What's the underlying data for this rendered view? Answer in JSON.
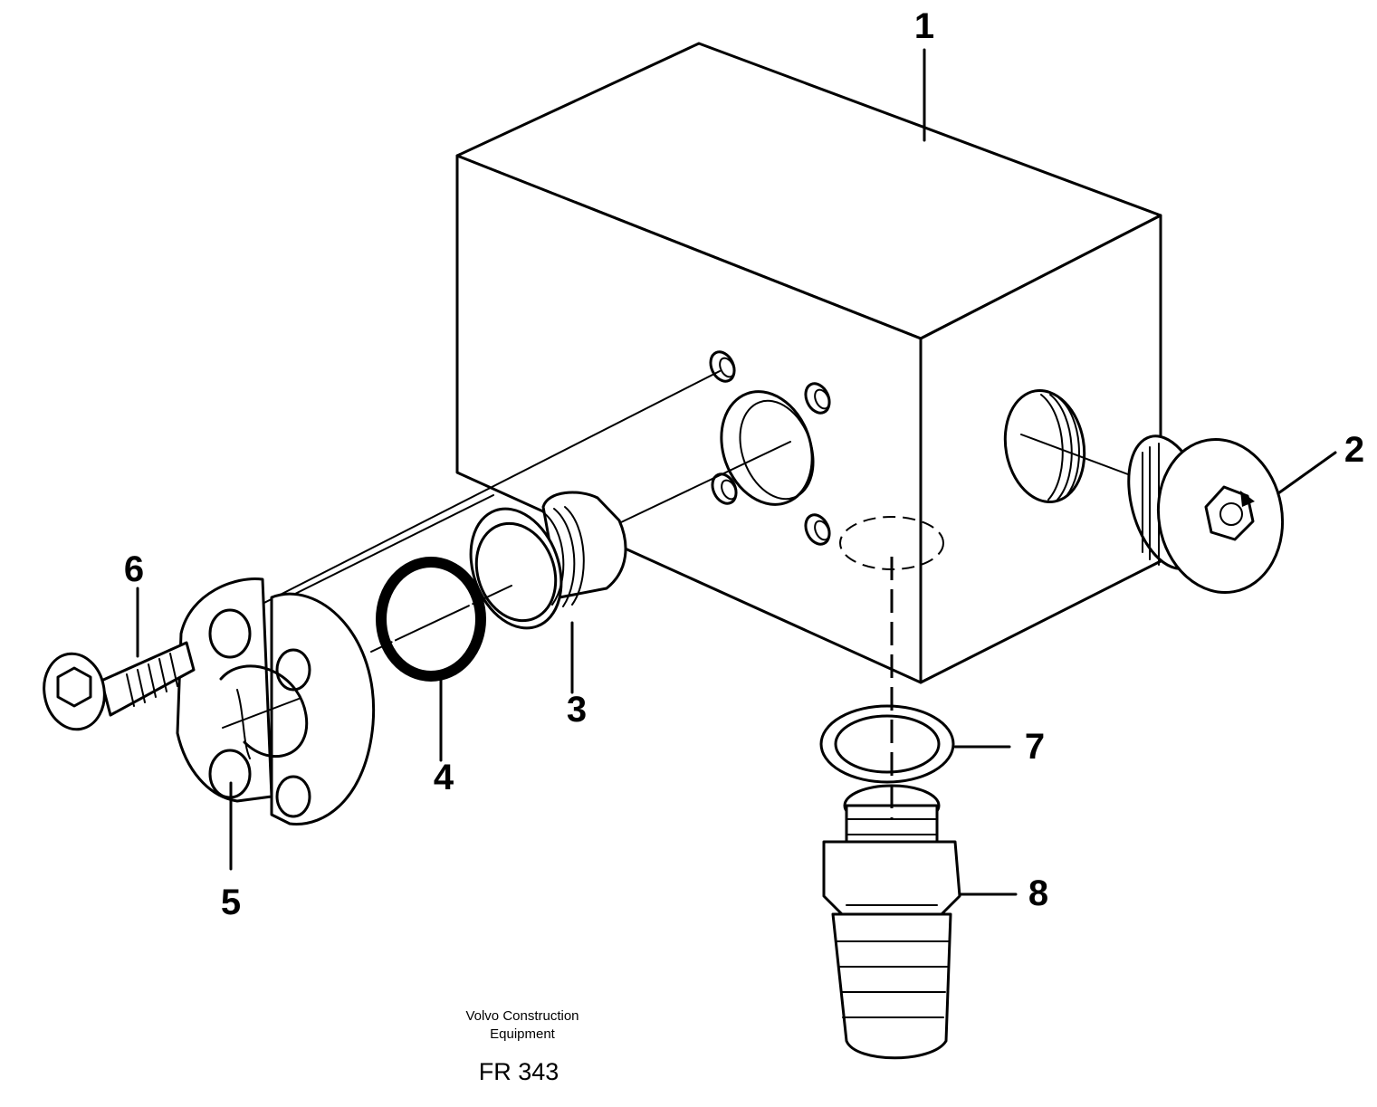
{
  "callouts": [
    {
      "id": "1",
      "label": "1"
    },
    {
      "id": "2",
      "label": "2"
    },
    {
      "id": "3",
      "label": "3"
    },
    {
      "id": "4",
      "label": "4"
    },
    {
      "id": "5",
      "label": "5"
    },
    {
      "id": "6",
      "label": "6"
    },
    {
      "id": "7",
      "label": "7"
    },
    {
      "id": "8",
      "label": "8"
    }
  ],
  "credit": {
    "line1": "Volvo Construction",
    "line2": "Equipment"
  },
  "figure_code": "FR 343"
}
